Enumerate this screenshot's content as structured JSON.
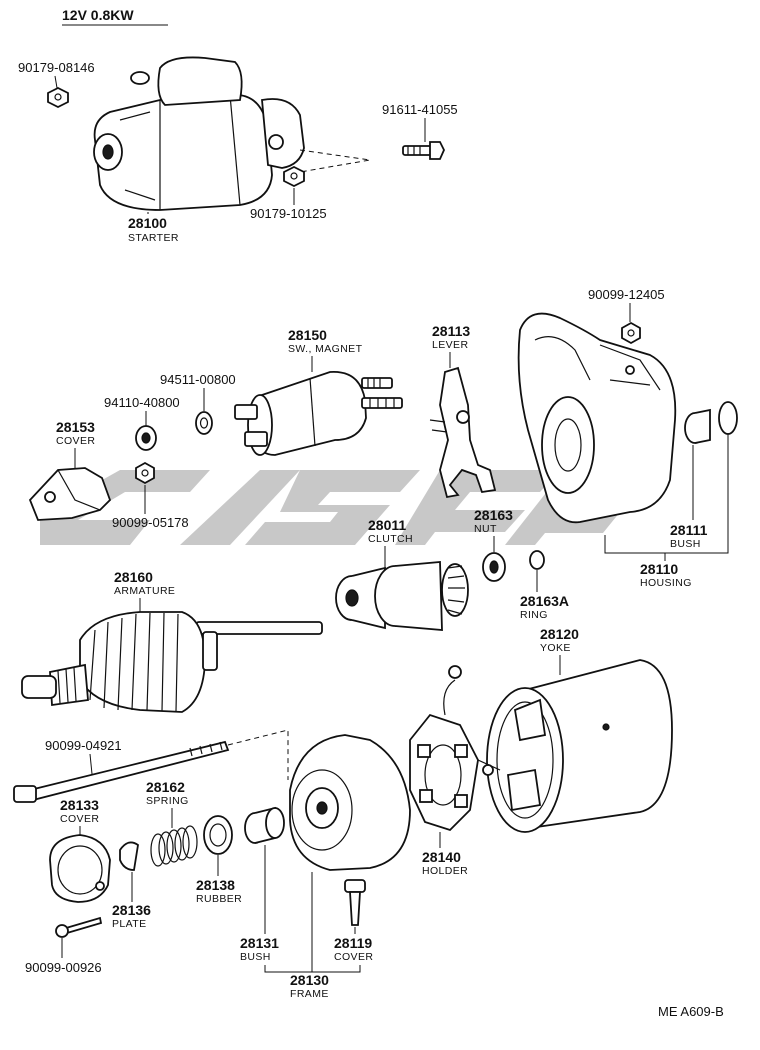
{
  "header": {
    "spec": "12V 0.8KW"
  },
  "footer": {
    "code": "ME A609-B"
  },
  "parts": {
    "starter": {
      "num": "28100",
      "name": "STARTER"
    },
    "bolt_top_left": {
      "num": "90179-08146"
    },
    "bolt_top_right": {
      "num": "91611-41055"
    },
    "nut_top": {
      "num": "90179-10125"
    },
    "nut_housing": {
      "num": "90099-12405"
    },
    "sw_magnet": {
      "num": "28150",
      "name": "SW., MAGNET"
    },
    "lever": {
      "num": "28113",
      "name": "LEVER"
    },
    "washer_a": {
      "num": "94511-00800"
    },
    "washer_b": {
      "num": "94110-40800"
    },
    "cover_front": {
      "num": "28153",
      "name": "COVER"
    },
    "nut_cover": {
      "num": "90099-05178"
    },
    "clutch": {
      "num": "28011",
      "name": "CLUTCH"
    },
    "nut_clutch": {
      "num": "28163",
      "name": "NUT"
    },
    "ring": {
      "num": "28163A",
      "name": "RING"
    },
    "bush_housing": {
      "num": "28111",
      "name": "BUSH"
    },
    "housing": {
      "num": "28110",
      "name": "HOUSING"
    },
    "armature": {
      "num": "28160",
      "name": "ARMATURE"
    },
    "yoke": {
      "num": "28120",
      "name": "YOKE"
    },
    "through_bolt": {
      "num": "90099-04921"
    },
    "cover_rear": {
      "num": "28133",
      "name": "COVER"
    },
    "spring": {
      "num": "28162",
      "name": "SPRING"
    },
    "plate": {
      "num": "28136",
      "name": "PLATE"
    },
    "rubber": {
      "num": "28138",
      "name": "RUBBER"
    },
    "screw_rear": {
      "num": "90099-00926"
    },
    "bush_frame": {
      "num": "28131",
      "name": "BUSH"
    },
    "frame": {
      "num": "28130",
      "name": "FRAME"
    },
    "cover_cap": {
      "num": "28119",
      "name": "COVER"
    },
    "holder": {
      "num": "28140",
      "name": "HOLDER"
    }
  }
}
